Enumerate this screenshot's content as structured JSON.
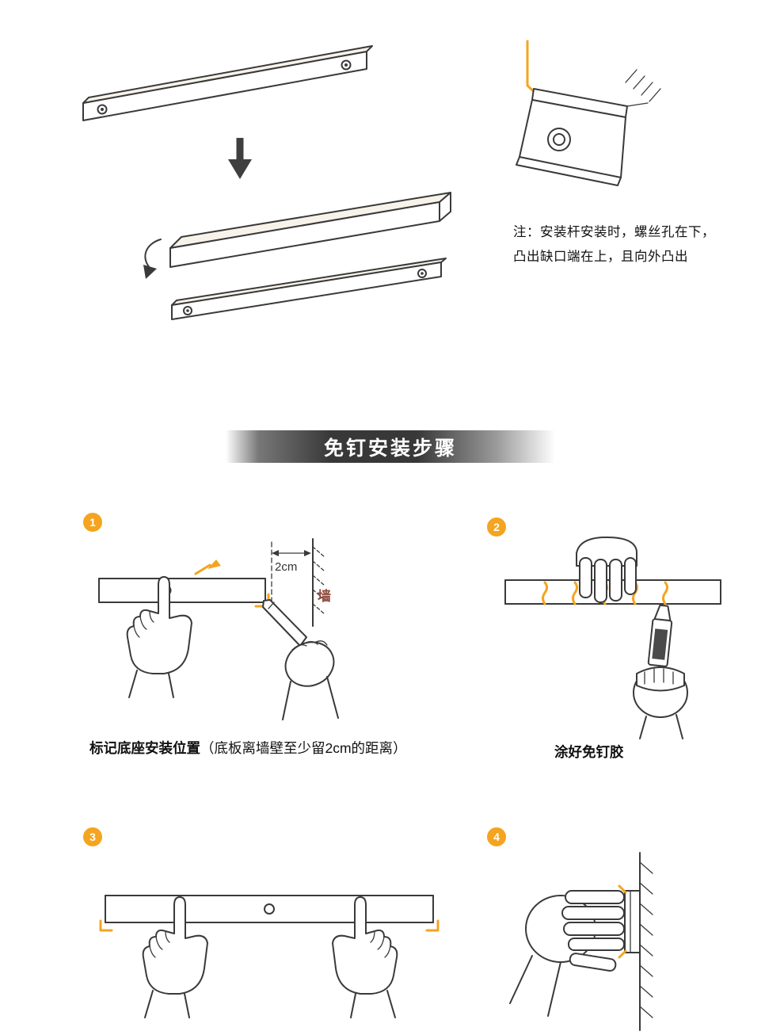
{
  "colors": {
    "accent": "#F5A41F",
    "wall-label": "#8F4A3B",
    "ink": "#3A3A3A"
  },
  "top_diagram": {
    "note_line1": "注：安装杆安装时，螺丝孔在下，",
    "note_line2": "凸出缺口端在上，且向外凸出"
  },
  "banner": {
    "title": "免钉安装步骤"
  },
  "steps": [
    {
      "number": "1",
      "caption_bold": "标记底座安装位置",
      "caption_rest": "（底板离墙壁至少留2cm的距离）",
      "labels": {
        "distance": "2cm",
        "wall": "墙"
      }
    },
    {
      "number": "2",
      "caption_bold": "涂好免钉胶",
      "caption_rest": ""
    },
    {
      "number": "3",
      "caption_bold": "",
      "caption_rest": ""
    },
    {
      "number": "4",
      "caption_bold": "",
      "caption_rest": ""
    }
  ]
}
